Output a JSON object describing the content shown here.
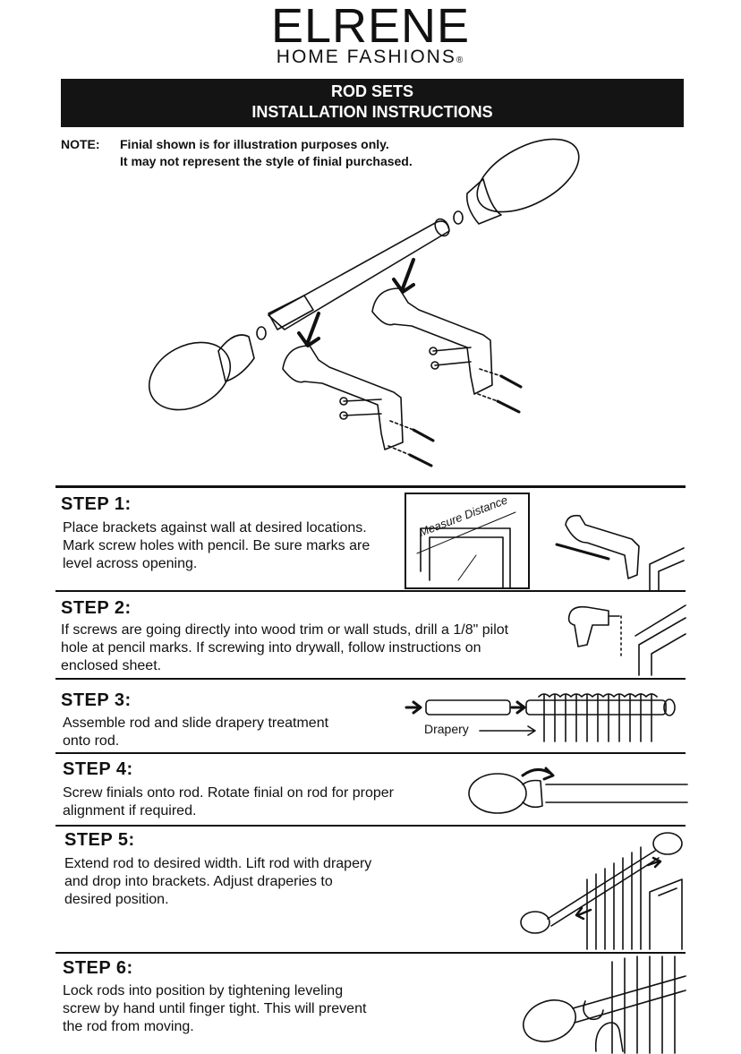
{
  "brand": {
    "name": "ELRENE",
    "subtitle": "HOME FASHIONS",
    "registered": "®"
  },
  "header": {
    "line1": "ROD SETS",
    "line2": "INSTALLATION INSTRUCTIONS"
  },
  "note": {
    "label": "NOTE:",
    "line1": "Finial shown is for illustration purposes only.",
    "line2": "It may not represent the style of finial purchased."
  },
  "steps": [
    {
      "title": "STEP 1:",
      "lines": [
        "Place brackets against wall at desired locations.",
        "Mark screw holes with pencil. Be sure marks are",
        "level across opening."
      ]
    },
    {
      "title": "STEP 2:",
      "lines": [
        "If screws are going directly into wood trim or wall studs, drill a 1/8\" pilot",
        "hole at pencil marks. If screwing into drywall, follow instructions on",
        "enclosed sheet."
      ]
    },
    {
      "title": "STEP 3:",
      "lines": [
        "Assemble rod and slide drapery treatment",
        "onto rod."
      ]
    },
    {
      "title": "STEP 4:",
      "lines": [
        "Screw finials onto rod. Rotate finial on rod for proper",
        "alignment if required."
      ]
    },
    {
      "title": "STEP 5:",
      "lines": [
        "Extend rod to desired width. Lift rod with drapery",
        "and drop into brackets. Adjust draperies to",
        "desired position."
      ]
    },
    {
      "title": "STEP 6:",
      "lines": [
        "Lock rods into position by tightening leveling",
        "screw by hand until finger tight.  This will prevent",
        "the rod from moving."
      ]
    }
  ],
  "illustration_labels": {
    "measure": "Measure Distance",
    "drapery": "Drapery"
  }
}
